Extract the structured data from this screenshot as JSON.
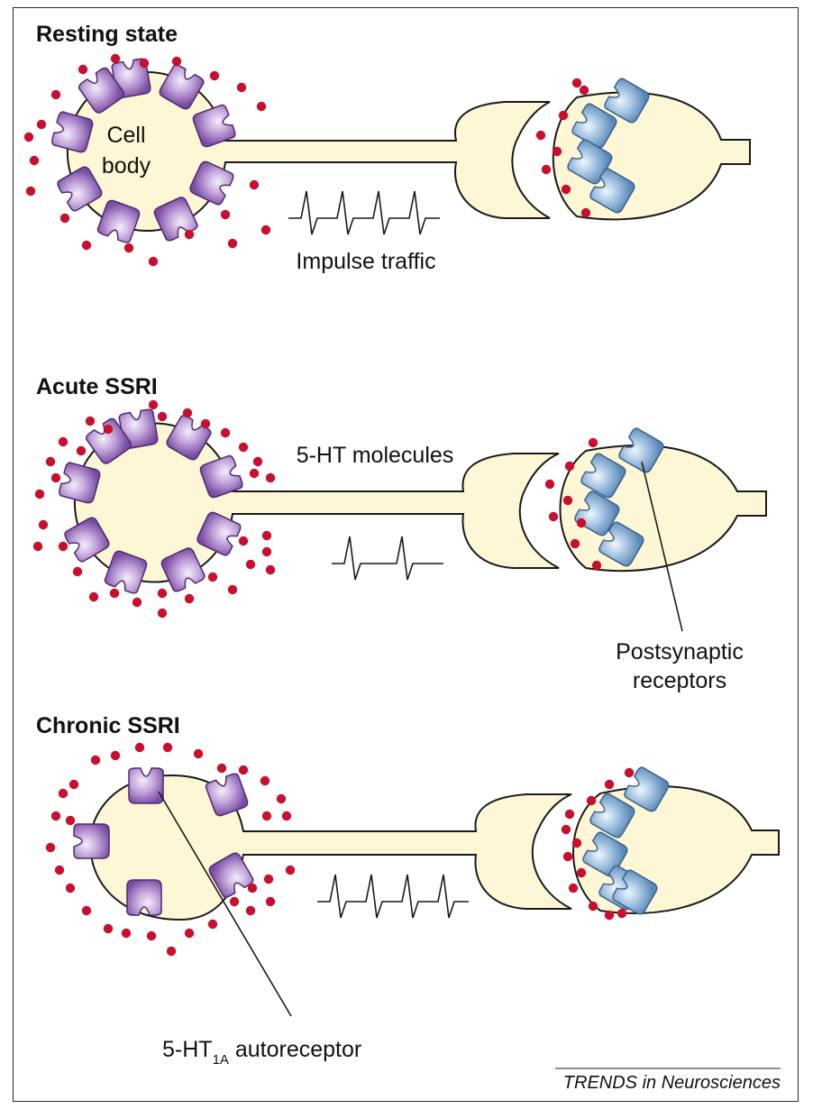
{
  "panels": [
    {
      "title": "Resting state"
    },
    {
      "title": "Acute SSRI"
    },
    {
      "title": "Chronic SSRI"
    }
  ],
  "labels": {
    "cell_body_line1": "Cell",
    "cell_body_line2": "body",
    "impulse_traffic": "Impulse traffic",
    "ht_molecules": "5-HT molecules",
    "postsynaptic_line1": "Postsynaptic",
    "postsynaptic_line2": "receptors",
    "autoreceptor_prefix": "5-HT",
    "autoreceptor_subscript": "1A",
    "autoreceptor_suffix": " autoreceptor"
  },
  "credit": "TRENDS in Neurosciences",
  "colors": {
    "cytoplasm": "#fdf7d6",
    "autoreceptor": "#8a5ab0",
    "postsynaptic_receptor": "#6f9cc9",
    "molecule": "#c8102e",
    "outline": "#1a1a1a"
  }
}
